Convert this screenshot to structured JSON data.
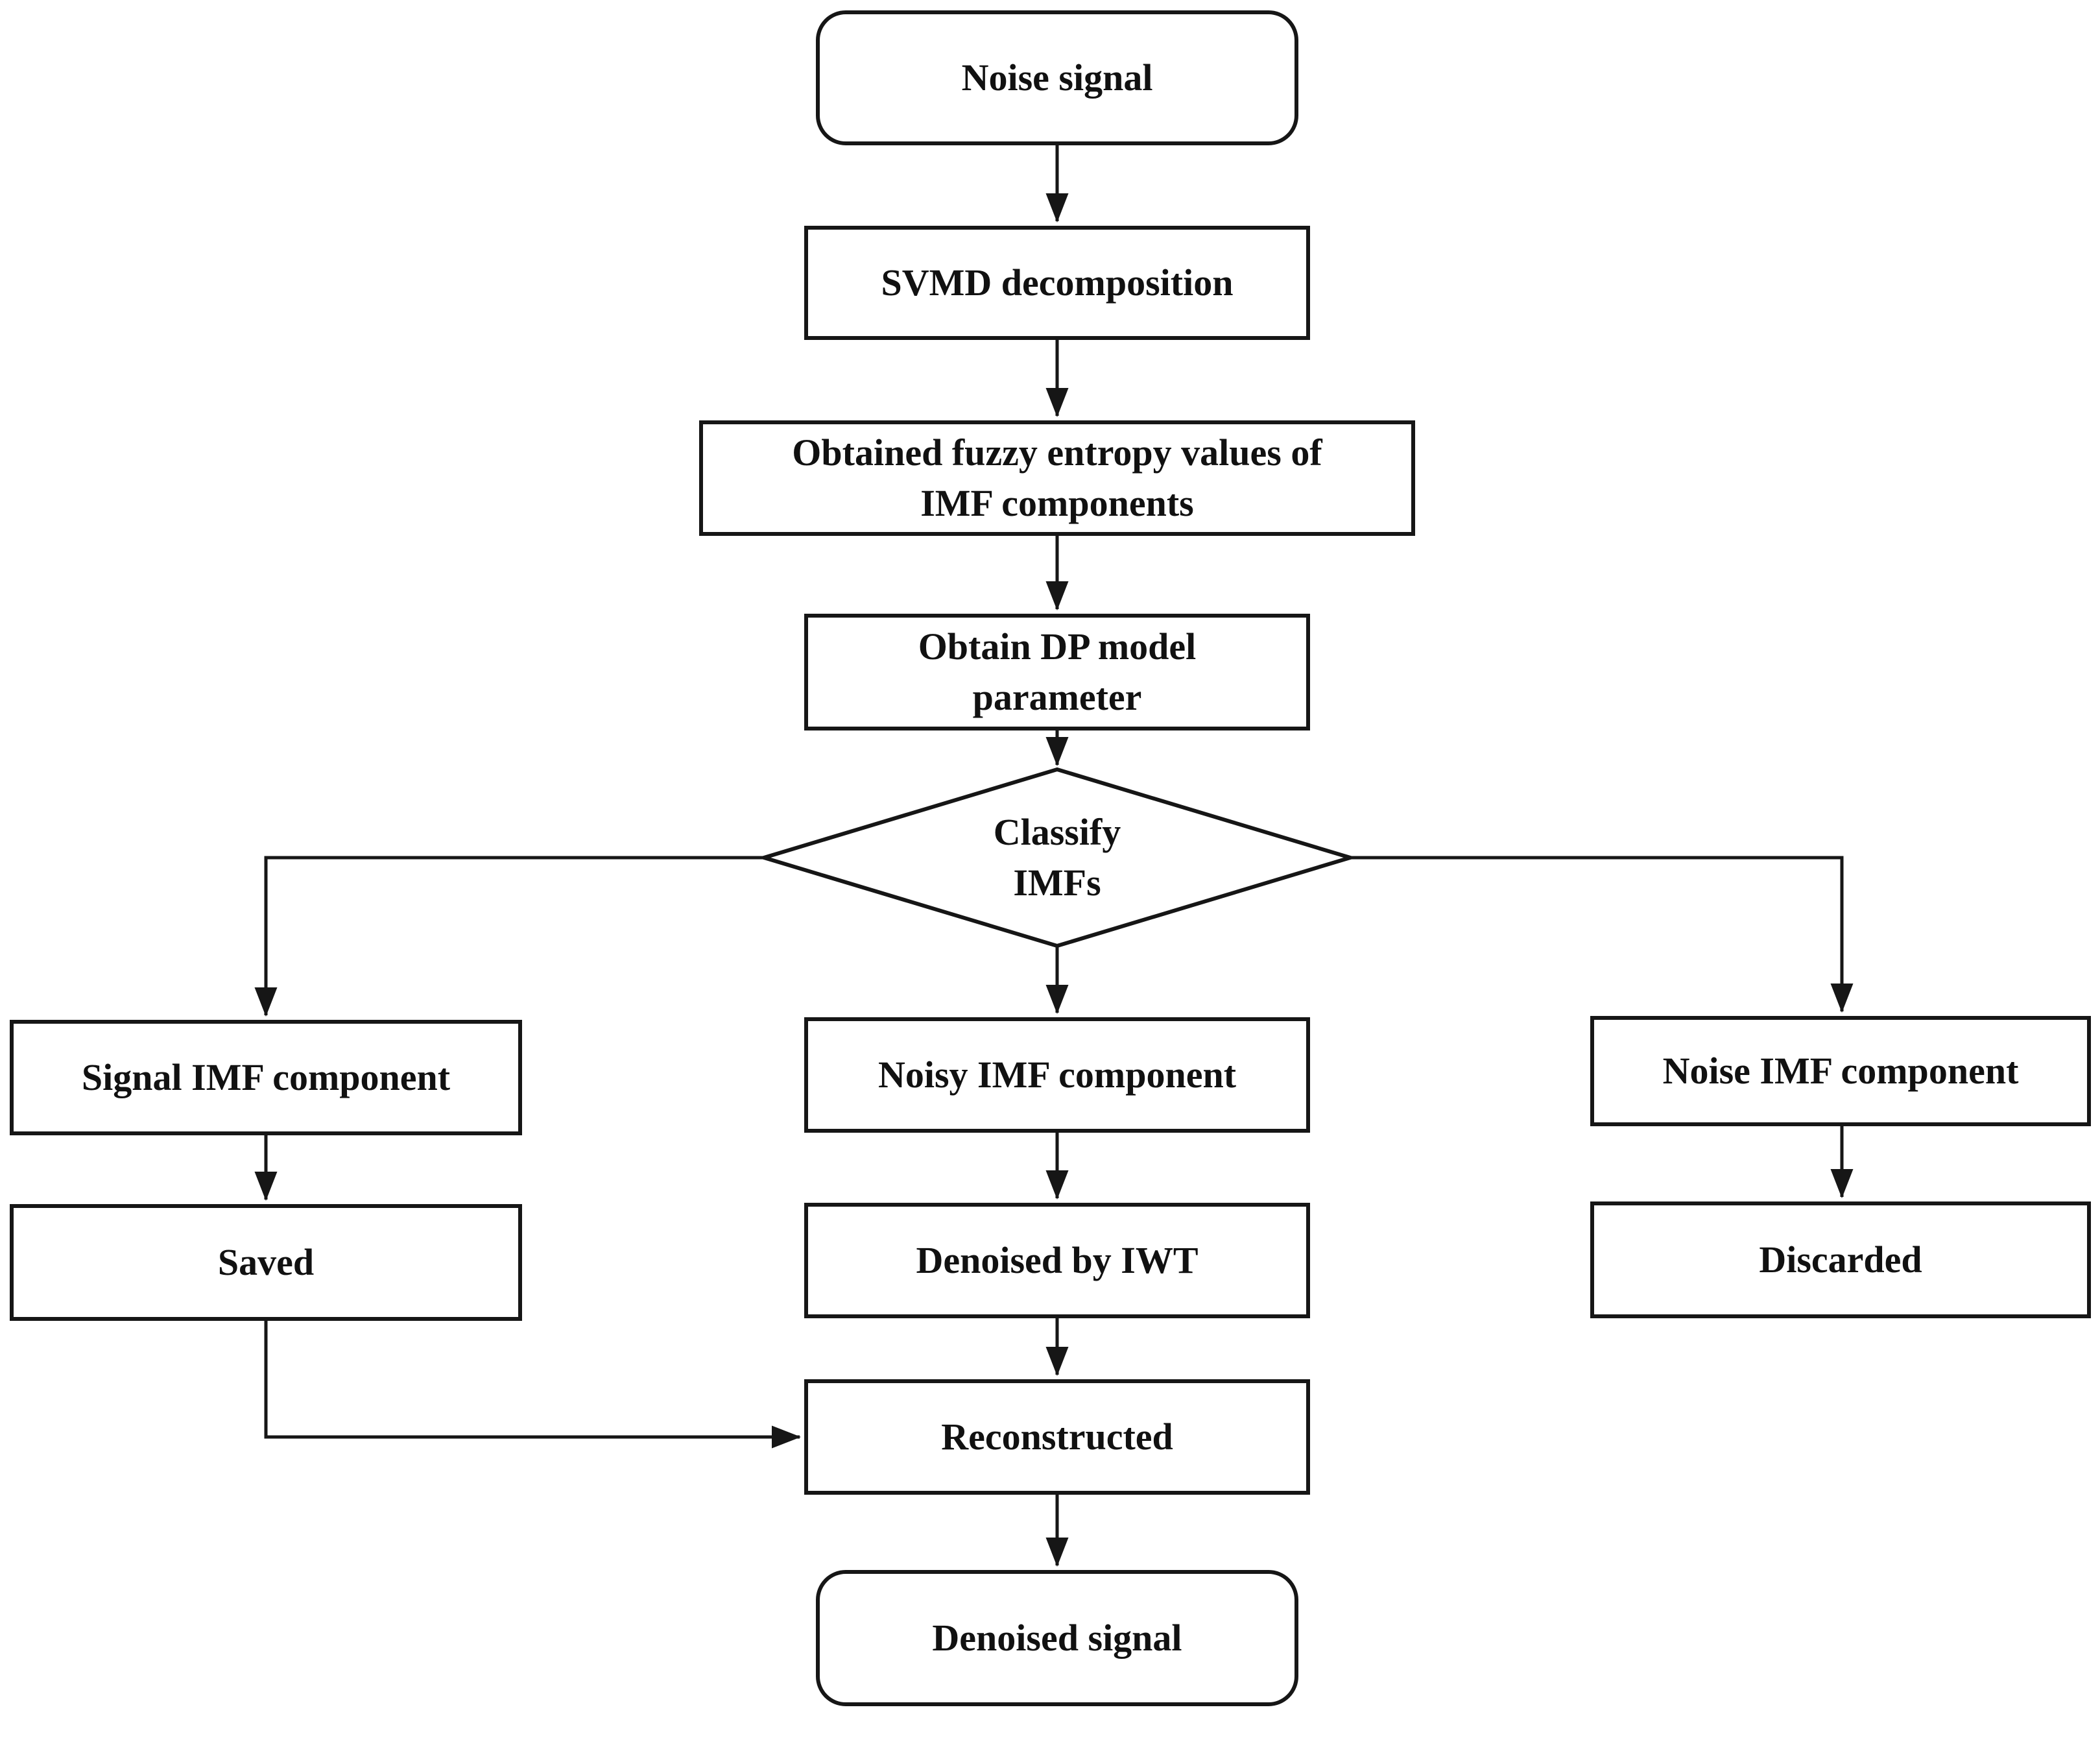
{
  "figure": {
    "type": "flowchart",
    "background_color": "#ffffff",
    "line_color": "#161616",
    "text_color": "#111111",
    "nodes": {
      "noise_signal": {
        "label": "Noise signal",
        "shape": "rounded-rect"
      },
      "svmd": {
        "label": "SVMD decomposition",
        "shape": "rect"
      },
      "fuzzy_entropy": {
        "label": "Obtained fuzzy entropy values of\nIMF components",
        "shape": "rect"
      },
      "dp_model": {
        "label": "Obtain DP model\nparameter",
        "shape": "rect"
      },
      "classify": {
        "label": "Classify\nIMFs",
        "shape": "diamond"
      },
      "signal_imf": {
        "label": "Signal IMF component",
        "shape": "rect"
      },
      "saved": {
        "label": "Saved",
        "shape": "rect"
      },
      "noisy_imf": {
        "label": "Noisy IMF component",
        "shape": "rect"
      },
      "denoised_iwt": {
        "label": "Denoised by IWT",
        "shape": "rect"
      },
      "noise_imf": {
        "label": "Noise IMF component",
        "shape": "rect"
      },
      "discarded": {
        "label": "Discarded",
        "shape": "rect"
      },
      "reconstructed": {
        "label": "Reconstructed",
        "shape": "rect"
      },
      "denoised_signal": {
        "label": "Denoised signal",
        "shape": "rounded-rect"
      }
    },
    "edges": [
      {
        "from": "Noise signal",
        "to": "SVMD decomposition"
      },
      {
        "from": "SVMD decomposition",
        "to": "Obtained fuzzy entropy values of IMF components"
      },
      {
        "from": "Obtained fuzzy entropy values of IMF components",
        "to": "Obtain DP model parameter"
      },
      {
        "from": "Obtain DP model parameter",
        "to": "Classify IMFs"
      },
      {
        "from": "Classify IMFs",
        "to": "Signal IMF component"
      },
      {
        "from": "Classify IMFs",
        "to": "Noisy IMF component"
      },
      {
        "from": "Classify IMFs",
        "to": "Noise IMF component"
      },
      {
        "from": "Signal IMF component",
        "to": "Saved"
      },
      {
        "from": "Noisy IMF component",
        "to": "Denoised by IWT"
      },
      {
        "from": "Noise IMF component",
        "to": "Discarded"
      },
      {
        "from": "Saved",
        "to": "Reconstructed"
      },
      {
        "from": "Denoised by IWT",
        "to": "Reconstructed"
      },
      {
        "from": "Reconstructed",
        "to": "Denoised signal"
      }
    ]
  }
}
